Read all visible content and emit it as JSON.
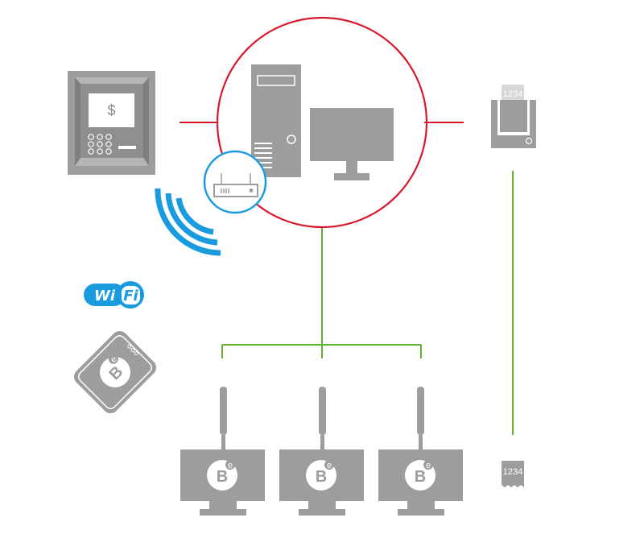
{
  "colors": {
    "hub_ring": "#d7182a",
    "wired_link": "#5fb12e",
    "wireless": "#1a9be0",
    "device_gray": "#9d9d9d"
  },
  "atm": {
    "screen_text": "$"
  },
  "ticket_printer": {
    "ticket_text": "1234"
  },
  "ticket": {
    "text": "1234"
  },
  "wifi_badge": {
    "part1": "Wi",
    "part2": "Fi"
  },
  "brand_mark": {
    "letter": "B",
    "superscript": "e"
  },
  "icons": [
    "atm-icon",
    "pc-tower-icon",
    "monitor-icon",
    "router-icon",
    "wireless-signal-icon",
    "wifi-logo-icon",
    "card-icon",
    "ticket-printer-icon",
    "display-terminal-icon",
    "ticket-icon"
  ]
}
